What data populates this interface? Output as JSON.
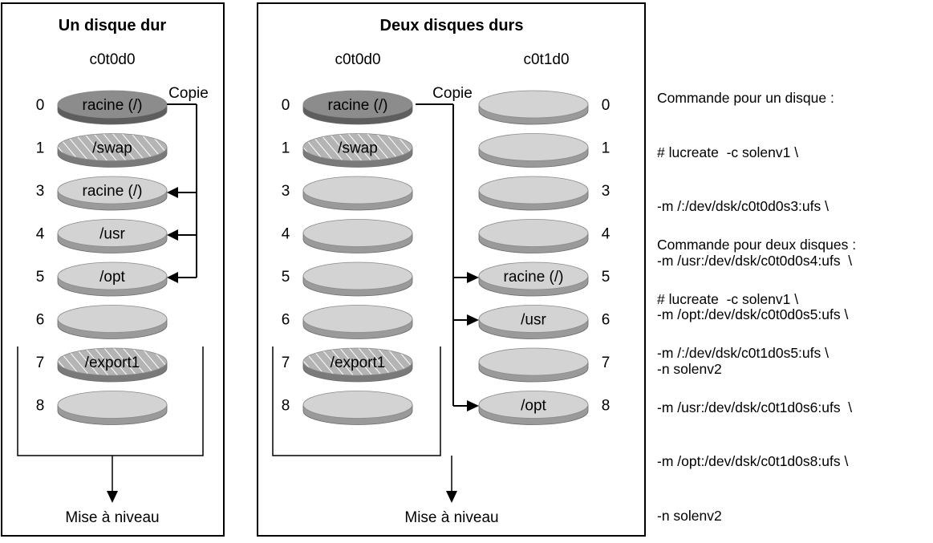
{
  "panels": [
    {
      "title": "Un disque dur",
      "bottom_label": "Mise à niveau",
      "disks": [
        {
          "name": "c0t0d0",
          "slices": [
            {
              "number": "0",
              "label": "racine (/)",
              "fill": "dark"
            },
            {
              "number": "1",
              "label": "/swap",
              "fill": "hatched"
            },
            {
              "number": "3",
              "label": "racine (/)",
              "fill": "light"
            },
            {
              "number": "4",
              "label": "/usr",
              "fill": "light"
            },
            {
              "number": "5",
              "label": "/opt",
              "fill": "light"
            },
            {
              "number": "6",
              "label": "",
              "fill": "light"
            },
            {
              "number": "7",
              "label": "/export1",
              "fill": "hatched"
            },
            {
              "number": "8",
              "label": "",
              "fill": "light"
            }
          ]
        }
      ],
      "copy_label": "Copie"
    },
    {
      "title": "Deux disques durs",
      "bottom_label": "Mise à niveau",
      "disks": [
        {
          "name": "c0t0d0",
          "slices": [
            {
              "number": "0",
              "label": "racine (/)",
              "fill": "dark"
            },
            {
              "number": "1",
              "label": "/swap",
              "fill": "hatched"
            },
            {
              "number": "3",
              "label": "",
              "fill": "light"
            },
            {
              "number": "4",
              "label": "",
              "fill": "light"
            },
            {
              "number": "5",
              "label": "",
              "fill": "light"
            },
            {
              "number": "6",
              "label": "",
              "fill": "light"
            },
            {
              "number": "7",
              "label": "/export1",
              "fill": "hatched"
            },
            {
              "number": "8",
              "label": "",
              "fill": "light"
            }
          ]
        },
        {
          "name": "c0t1d0",
          "slices": [
            {
              "number": "0",
              "label": "",
              "fill": "light"
            },
            {
              "number": "1",
              "label": "",
              "fill": "light"
            },
            {
              "number": "3",
              "label": "",
              "fill": "light"
            },
            {
              "number": "4",
              "label": "",
              "fill": "light"
            },
            {
              "number": "5",
              "label": "racine (/)",
              "fill": "light"
            },
            {
              "number": "6",
              "label": "/usr",
              "fill": "light"
            },
            {
              "number": "7",
              "label": "",
              "fill": "light"
            },
            {
              "number": "8",
              "label": "/opt",
              "fill": "light"
            }
          ]
        }
      ],
      "copy_label": "Copie"
    }
  ],
  "commands": {
    "one_disk": [
      "Commande pour un disque :",
      "# lucreate  -c solenv1 \\",
      "-m /:/dev/dsk/c0t0d0s3:ufs \\",
      "-m /usr:/dev/dsk/c0t0d0s4:ufs  \\",
      "-m /opt:/dev/dsk/c0t0d0s5:ufs \\",
      "-n solenv2"
    ],
    "two_disks": [
      "Commande pour deux disques :",
      "# lucreate  -c solenv1 \\",
      "-m /:/dev/dsk/c0t1d0s5:ufs \\",
      "-m /usr:/dev/dsk/c0t1d0s6:ufs  \\",
      "-m /opt:/dev/dsk/c0t1d0s8:ufs \\",
      "-n solenv2"
    ]
  },
  "colors": {
    "dark": "#8c8c8c",
    "dark_edge": "#5e5e5e",
    "light": "#d3d3d3",
    "light_edge": "#9a9a9a",
    "hatched": "#b2b2b2",
    "hatched_edge": "#7a7a7a"
  }
}
